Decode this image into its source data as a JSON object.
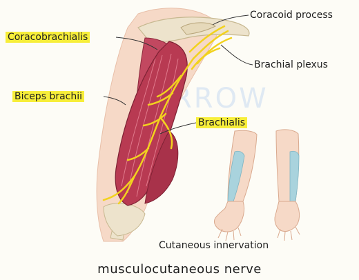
{
  "labels": {
    "coracoid_process": "Coracoid process",
    "coracobrachialis": "Coracobrachialis",
    "brachial_plexus": "Brachial plexus",
    "biceps_brachii": "Biceps brachii",
    "brachialis": "Brachialis",
    "cutaneous_innervation": "Cutaneous innervation"
  },
  "caption": "musculocutaneous nerve",
  "watermark": "RROW",
  "colors": {
    "highlight": "#f7ee3a",
    "muscle": "#b83a52",
    "nerve": "#f2d21e",
    "skin": "#f6d9c7",
    "bone": "#ede3cc",
    "innervation_zone": "#a9d3dd"
  }
}
